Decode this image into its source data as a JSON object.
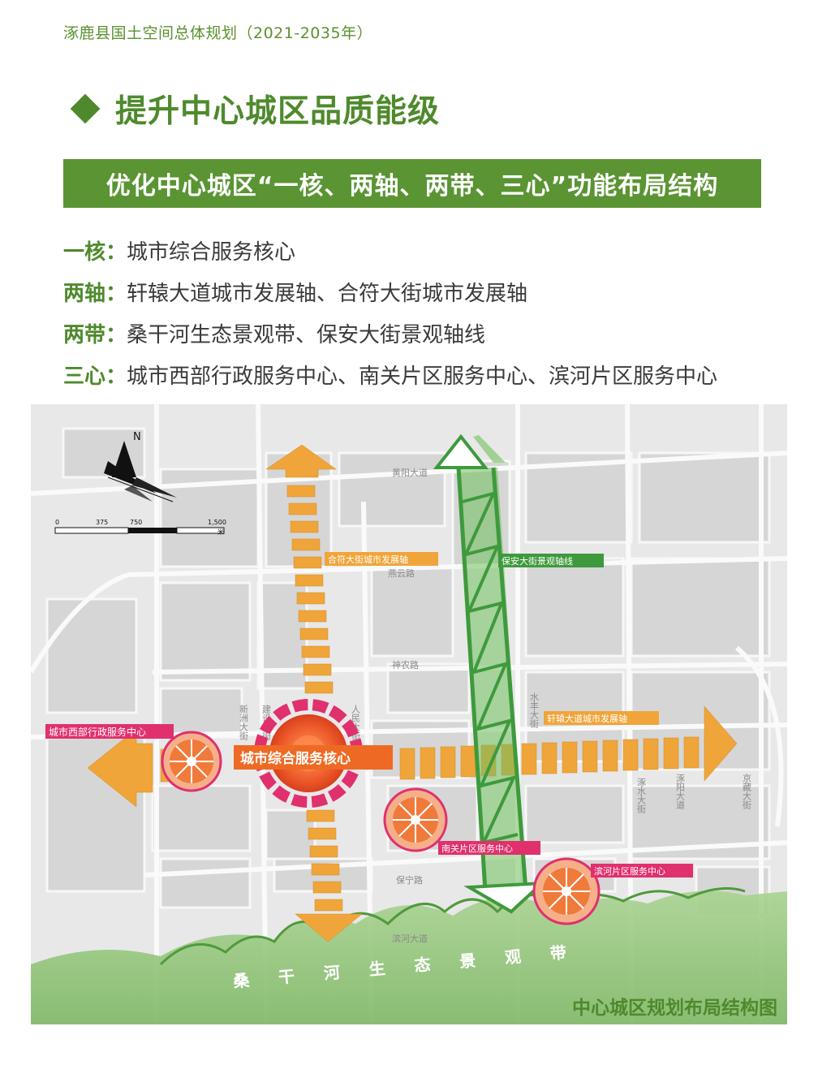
{
  "header": {
    "doc_title": "涿鹿县国土空间总体规划（2021-2035年）"
  },
  "section": {
    "title": "提升中心城区品质能级"
  },
  "banner": {
    "text": "优化中心城区“一核、两轴、两带、三心”功能布局结构"
  },
  "definitions": [
    {
      "key": "一核：",
      "value": "城市综合服务核心"
    },
    {
      "key": "两轴：",
      "value": "轩辕大道城市发展轴、合符大街城市发展轴"
    },
    {
      "key": "两带：",
      "value": "桑干河生态景观带、保安大街景观轴线"
    },
    {
      "key": "三心：",
      "value": "城市西部行政服务中心、南关片区服务中心、滨河片区服务中心"
    }
  ],
  "map": {
    "title": "中心城区规划布局结构图",
    "north_label": "N",
    "scale_labels": [
      "0",
      "375",
      "750",
      "1,500"
    ],
    "scale_unit": "米",
    "labels": {
      "core": "城市综合服务核心",
      "west_center": "城市西部行政服务中心",
      "nanguan_center": "南关片区服务中心",
      "binhe_center": "滨河片区服务中心",
      "hefu_axis": "合符大街城市发展轴",
      "xuanyuan_axis": "轩辕大道城市发展轴",
      "baoan_axis": "保安大街景观轴线",
      "river_belt": "桑干河生态景观带"
    },
    "roads": {
      "huangyang": "黄阳大道",
      "yanyun": "燕云路",
      "shennong": "神农路",
      "baoning": "保宁路",
      "binhe": "滨河大道",
      "renmin": "人民大街",
      "jianshe": "建设大街",
      "xinzhou": "新洲大街",
      "shuifeng": "水丰大街",
      "zhuoshui": "涿水大街",
      "zhuoyang": "涿阳大道",
      "jingzang": "京藏大街"
    },
    "colors": {
      "axis_orange": "#f0a53a",
      "green_axis": "#3e9a3c",
      "center_pink": "#e0306e",
      "center_orange": "#f07a3a",
      "river_green": "#8fc57a"
    }
  }
}
